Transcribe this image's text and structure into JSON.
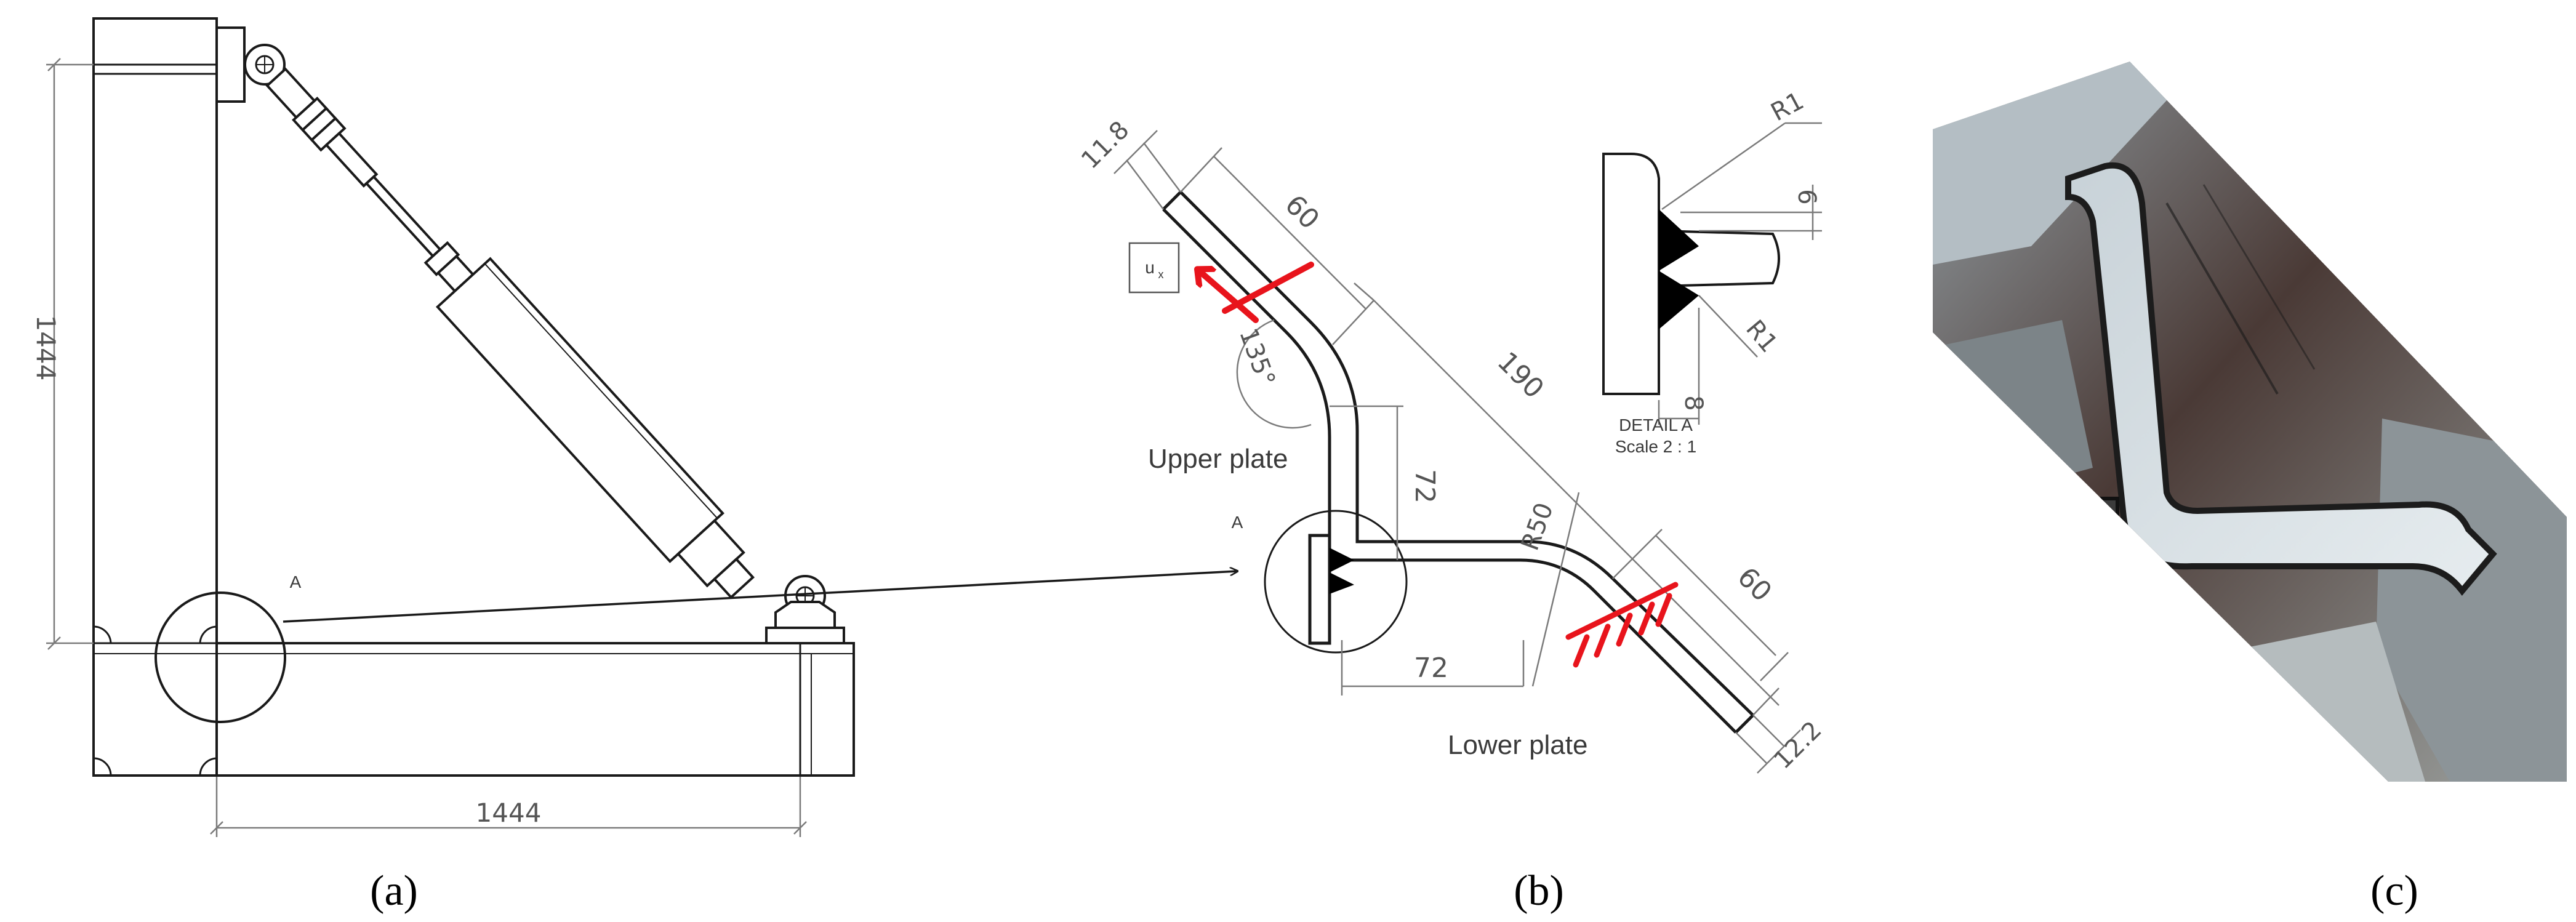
{
  "figure": {
    "panel_a": {
      "caption": "(a)",
      "dim_vertical": "1444",
      "dim_horizontal": "1444",
      "detail_marker": "A"
    },
    "panel_b": {
      "caption": "(b)",
      "dim_upper_thickness": "11.8",
      "dim_upper_length": "60",
      "dim_diagonal": "190",
      "dim_lower_length": "60",
      "dim_lower_thickness": "12.2",
      "dim_vertical_72": "72",
      "dim_horizontal_72": "72",
      "bend_radius": "R50",
      "bend_angle": "135°",
      "load_label": "u",
      "load_label_sub": "x",
      "upper_label": "Upper plate",
      "lower_label": "Lower plate",
      "detail_marker": "A",
      "detail": {
        "radius_top": "R1",
        "radius_bottom": "R1",
        "dim_6": "6",
        "dim_8": "8",
        "title": "DETAIL A",
        "scale": "Scale 2 : 1"
      }
    },
    "panel_c": {
      "caption": "(c)"
    },
    "colors": {
      "line": "#1a1a1a",
      "dimension": "#7a7a7a",
      "annotation_red": "#e8141c"
    }
  }
}
